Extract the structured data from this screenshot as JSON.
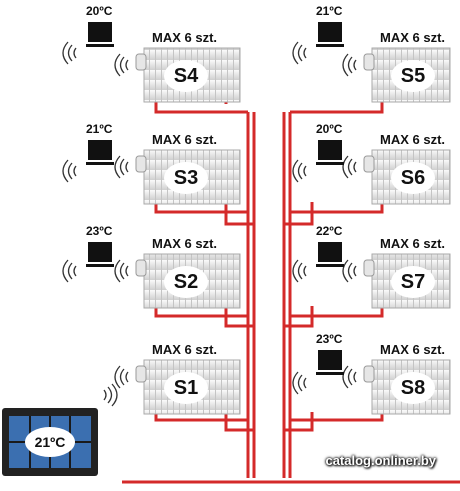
{
  "radiators": [
    {
      "id": "S4",
      "max": "MAX 6 szt.",
      "temp": "20ºC"
    },
    {
      "id": "S3",
      "max": "MAX 6 szt.",
      "temp": "21ºC"
    },
    {
      "id": "S2",
      "max": "MAX 6 szt.",
      "temp": "23ºC"
    },
    {
      "id": "S1",
      "max": "MAX 6 szt.",
      "temp": ""
    },
    {
      "id": "S5",
      "max": "MAX 6 szt.",
      "temp": "21ºC"
    },
    {
      "id": "S6",
      "max": "MAX 6 szt.",
      "temp": "20ºC"
    },
    {
      "id": "S7",
      "max": "MAX 6 szt.",
      "temp": "22ºC"
    },
    {
      "id": "S8",
      "max": "MAX 6 szt.",
      "temp": "23ºC"
    }
  ],
  "control_panel": {
    "temp": "21ºC"
  },
  "watermark": "catalog.onliner.by",
  "colors": {
    "pipe": "#d42a2a",
    "radiator": "#f2f2f2",
    "thermostat": "#111111",
    "panel_frame": "#222222",
    "panel_screen": "#3b6fb0"
  }
}
